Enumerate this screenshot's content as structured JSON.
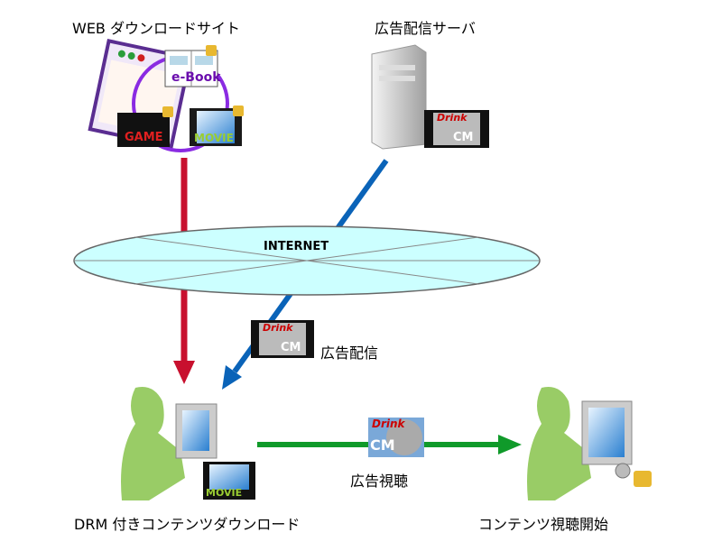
{
  "labels": {
    "web_site": "WEB ダウンロードサイト",
    "ad_server": "広告配信サーバ",
    "internet": "INTERNET",
    "ad_delivery": "広告配信",
    "ad_viewing": "広告視聴",
    "drm_download": "DRM 付きコンテンツダウンロード",
    "content_start": "コンテンツ視聴開始"
  },
  "content_tiles": {
    "ebook": "e-Book",
    "game": "GAME",
    "movie": "MOVIE",
    "drink": "Drink",
    "cm": "CM"
  },
  "colors": {
    "download_arrow": "#c8102e",
    "ad_arrow": "#0a63b8",
    "view_arrow": "#109a2a",
    "internet_fill": "#ccffff",
    "person": "#99cc66",
    "ring": "#8a2be2"
  }
}
